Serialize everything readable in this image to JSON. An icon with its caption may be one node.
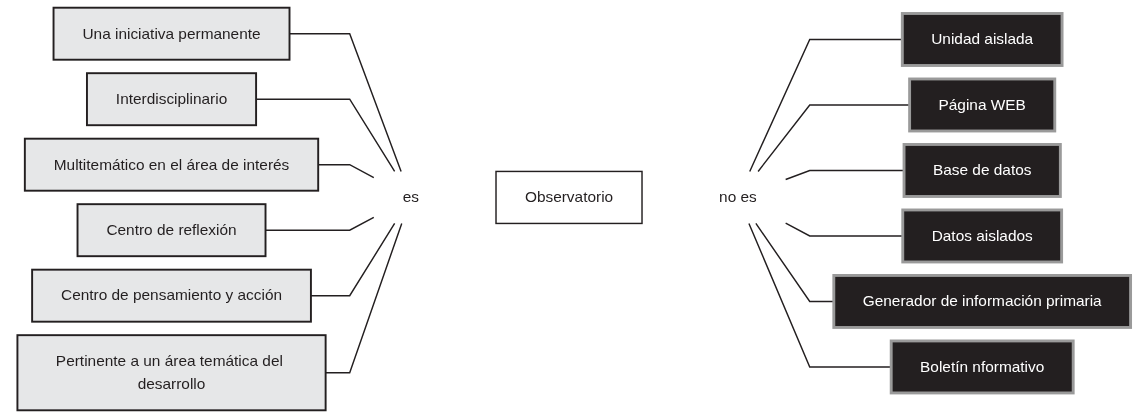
{
  "diagram": {
    "nodes": [
      {
        "text": [
          "Una iniciativa permanente"
        ]
      },
      {
        "text": [
          "Interdisciplinario"
        ]
      },
      {
        "text": [
          "Multitemático en el área de interés"
        ]
      },
      {
        "text": [
          "Centro de reflexión"
        ]
      },
      {
        "text": [
          "Centro de pensamiento y acción"
        ]
      },
      {
        "text": [
          "Pertinente a un área temática del desarrollo"
        ]
      },
      {
        "text": [
          "es"
        ]
      },
      {
        "text": [
          "Observatorio"
        ]
      },
      {
        "text": [
          "no es"
        ]
      },
      {
        "text": [
          "Unidad aislada"
        ]
      },
      {
        "text": [
          "Página WEB"
        ]
      },
      {
        "text": [
          "Base de datos"
        ]
      },
      {
        "text": [
          "Datos aislados"
        ]
      },
      {
        "text": [
          "Generador de información primaria"
        ]
      },
      {
        "text": [
          "Boletín nformativo"
        ]
      }
    ],
    "edges": [
      {
        "from": 0,
        "to": 6,
        "arrow": "none"
      },
      {
        "from": 1,
        "to": 6,
        "arrow": "none"
      },
      {
        "from": 2,
        "to": 6,
        "arrow": "none"
      },
      {
        "from": 3,
        "to": 6,
        "arrow": "none"
      },
      {
        "from": 4,
        "to": 6,
        "arrow": "none"
      },
      {
        "from": 5,
        "to": 6,
        "arrow": "none"
      },
      {
        "from": 8,
        "to": 9,
        "arrow": "none"
      },
      {
        "from": 8,
        "to": 10,
        "arrow": "none"
      },
      {
        "from": 8,
        "to": 11,
        "arrow": "none"
      },
      {
        "from": 8,
        "to": 12,
        "arrow": "none"
      },
      {
        "from": 8,
        "to": 13,
        "arrow": "none"
      },
      {
        "from": 8,
        "to": 14,
        "arrow": "none"
      }
    ]
  }
}
